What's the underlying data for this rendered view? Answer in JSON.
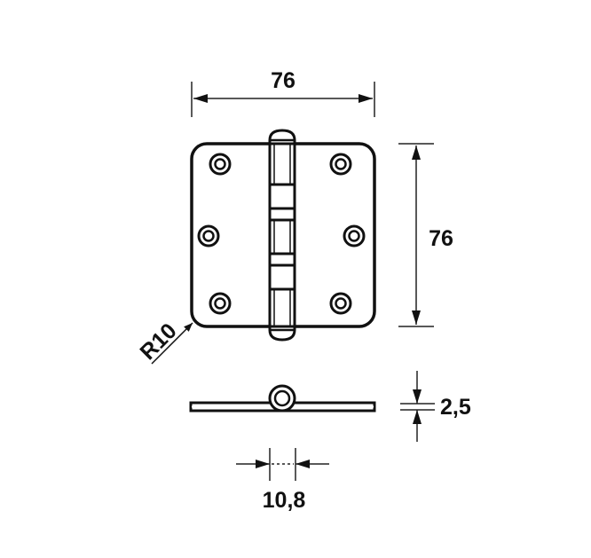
{
  "drawing": {
    "subject": "Butt hinge with rounded corners and ball-bearing knuckles",
    "stroke_color": "#111111",
    "background": "#ffffff"
  },
  "dimensions": {
    "width": {
      "label": "76"
    },
    "height": {
      "label": "76"
    },
    "corner_radius": {
      "label": "R10"
    },
    "thickness": {
      "label": "2,5"
    },
    "knuckle_diameter": {
      "label": "10,8"
    }
  },
  "views": {
    "front": {
      "screw_holes": 6,
      "bearings": 2
    },
    "side": {
      "has_knuckle": true
    }
  }
}
